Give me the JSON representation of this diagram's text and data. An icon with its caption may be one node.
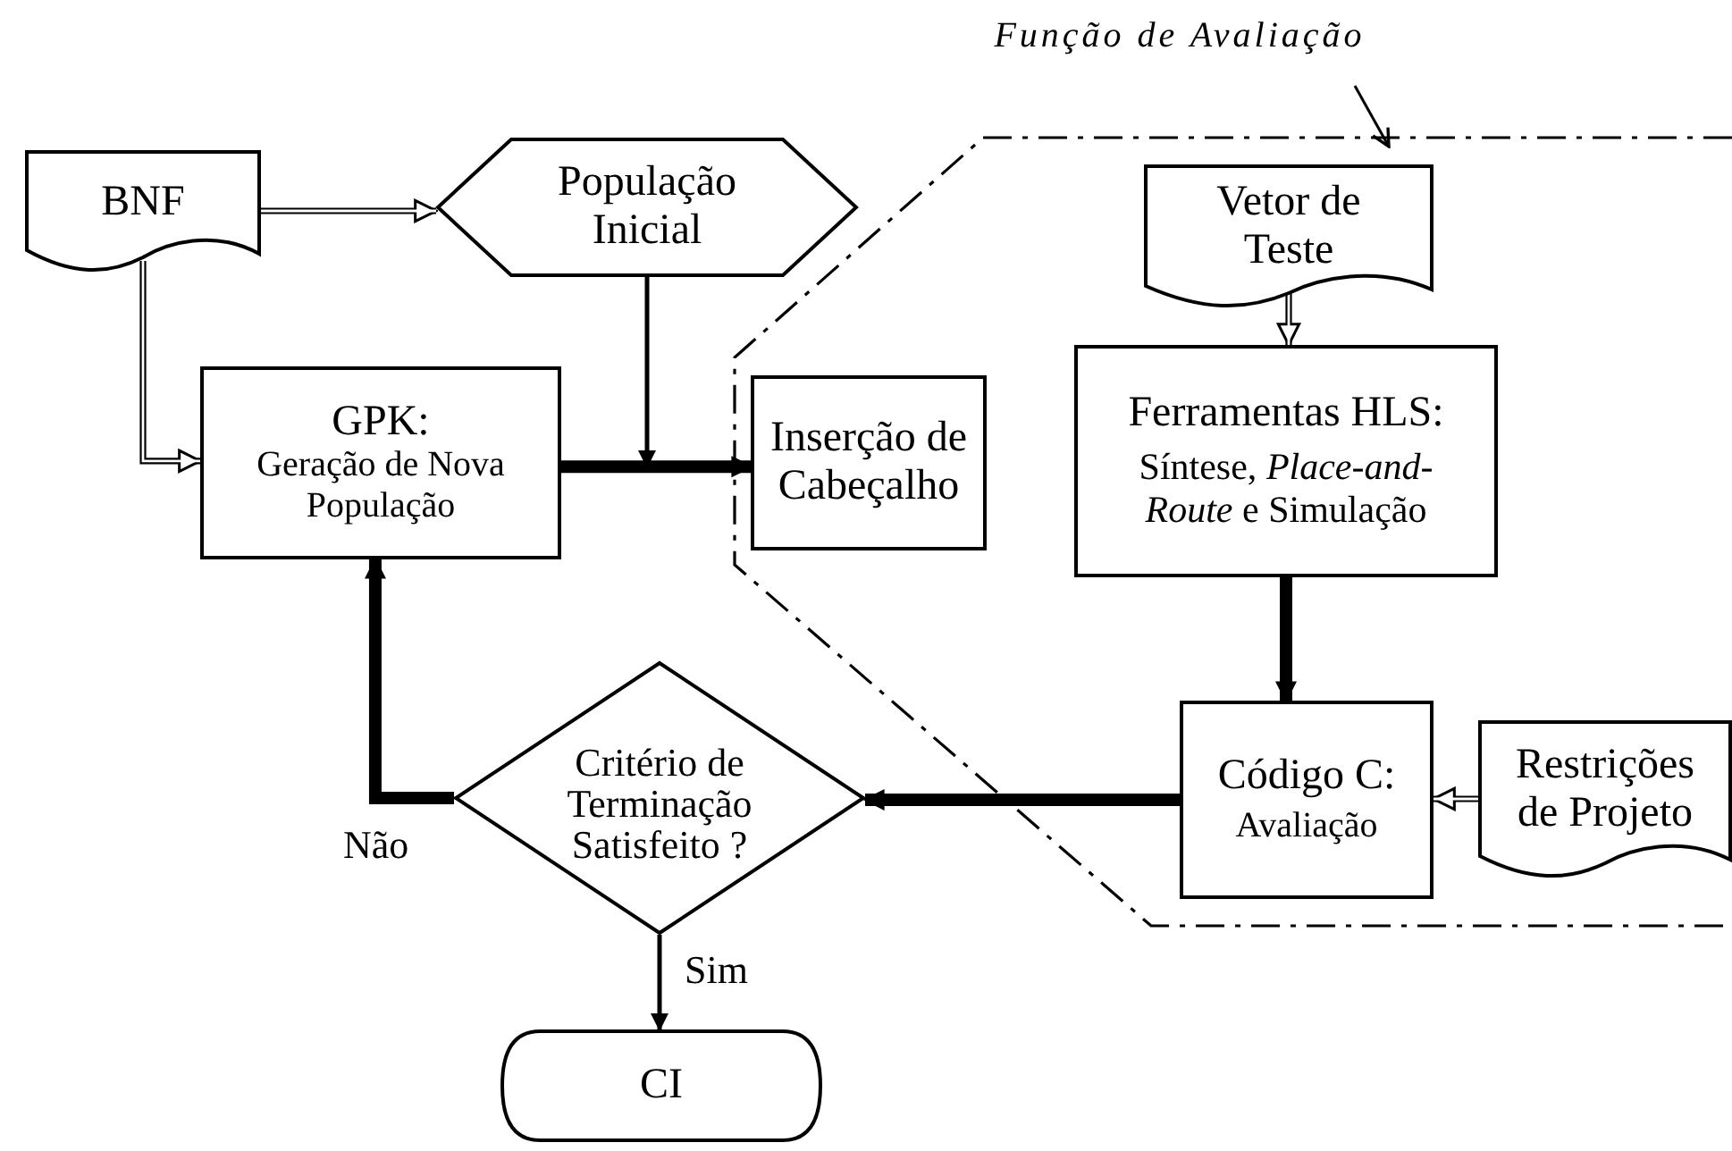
{
  "diagram": {
    "nodes": [
      {
        "text": [
          "BNF"
        ]
      },
      {
        "text": [
          "População Inicial"
        ]
      },
      {
        "text": [
          "Função de Avaliação"
        ]
      },
      {
        "text": [],
        "shape": "box"
      },
      {
        "text": [
          "Vetor de Teste"
        ],
        "in": 3
      },
      {
        "text": [
          "GPK:",
          "Geração de Nova População"
        ]
      },
      {
        "text": [
          "Inserção de Cabeçalho"
        ],
        "in": 3
      },
      {
        "text": [
          "Ferramentas HLS:",
          "Síntese, *Place-and-Route* e Simulação"
        ],
        "in": 3
      },
      {
        "text": [
          "Código C:",
          "Avaliação"
        ],
        "in": 3
      },
      {
        "text": [
          "Restrições de Projeto"
        ],
        "in": 3
      },
      {
        "text": [
          "Critério de Terminação Satisfeito ?"
        ]
      },
      {
        "text": [
          "CI"
        ]
      }
    ],
    "edges": [
      {
        "from": 0,
        "to": 1,
        "arrow": "to"
      },
      {
        "from": 0,
        "to": 5,
        "arrow": "to"
      },
      {
        "from": 2,
        "to": 3,
        "arrow": "to"
      },
      {
        "from": 5,
        "to": 6,
        "arrow": "to",
        "style": "thick"
      },
      {
        "from": 1,
        "to": 6,
        "arrow": "to"
      },
      {
        "from": 4,
        "to": 7,
        "arrow": "to"
      },
      {
        "from": 7,
        "to": 8,
        "arrow": "to",
        "style": "thick"
      },
      {
        "from": 9,
        "to": 8,
        "arrow": "to"
      },
      {
        "from": 8,
        "to": 10,
        "arrow": "to",
        "style": "thick"
      },
      {
        "from": 10,
        "to": 5,
        "arrow": "to",
        "style": "thick",
        "label": "Não"
      },
      {
        "from": 10,
        "to": 11,
        "arrow": "to",
        "label": "Sim"
      }
    ]
  }
}
